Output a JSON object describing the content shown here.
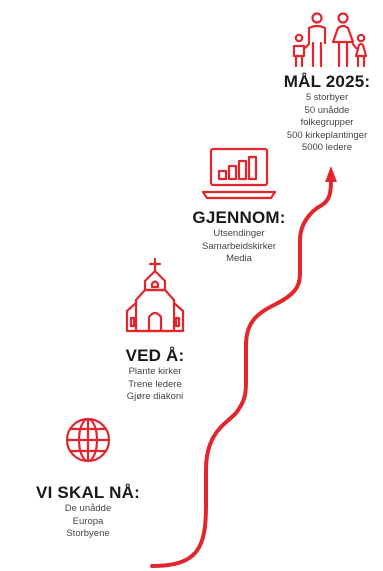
{
  "accent_color": "#e3262e",
  "steps": [
    {
      "id": "goal",
      "icon": "family-icon",
      "heading": "MÅL 2025:",
      "lines": [
        "5 storbyer",
        "50 unådde",
        "folkegrupper",
        "500 kirkeplantinger",
        "5000 ledere"
      ]
    },
    {
      "id": "through",
      "icon": "laptop-chart-icon",
      "heading": "GJENNOM:",
      "lines": [
        "Utsendinger",
        "Samarbeidskirker",
        "Media"
      ]
    },
    {
      "id": "by",
      "icon": "church-icon",
      "heading": "VED Å:",
      "lines": [
        "Plante kirker",
        "Trene ledere",
        "Gjøre diakoni"
      ]
    },
    {
      "id": "reach",
      "icon": "globe-icon",
      "heading": "VI SKAL NÅ:",
      "lines": [
        "De unådde",
        "Europa",
        "Storbyene"
      ]
    }
  ]
}
